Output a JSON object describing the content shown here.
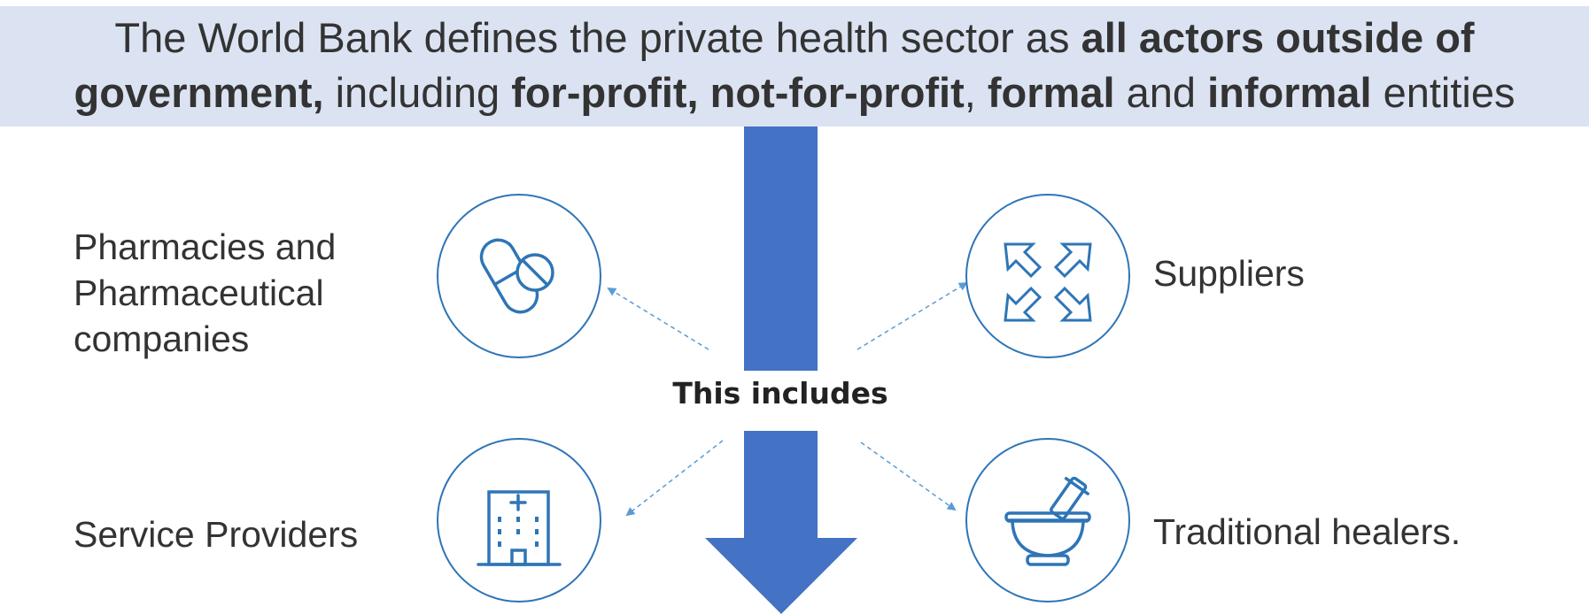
{
  "headline": {
    "line1": [
      {
        "text": "The World Bank defines the private health sector as ",
        "bold": false
      },
      {
        "text": "all actors outside of",
        "bold": true
      }
    ],
    "line2": [
      {
        "text": "government,",
        "bold": true
      },
      {
        "text": " including ",
        "bold": false
      },
      {
        "text": "for-profit, not-for-profit",
        "bold": true
      },
      {
        "text": ", ",
        "bold": false
      },
      {
        "text": "formal",
        "bold": true
      },
      {
        "text": " and ",
        "bold": false
      },
      {
        "text": "informal",
        "bold": true
      },
      {
        "text": " entities",
        "bold": false
      }
    ]
  },
  "center_label": "This includes",
  "categories": {
    "pharmacies": {
      "lines": [
        "Pharmacies and",
        "Pharmaceutical",
        "companies"
      ],
      "icon": "pills-icon"
    },
    "suppliers": {
      "lines": [
        "Suppliers"
      ],
      "icon": "expand-arrows-icon"
    },
    "service_providers": {
      "lines": [
        "Service Providers"
      ],
      "icon": "hospital-building-icon"
    },
    "traditional_healers": {
      "lines": [
        "Traditional healers."
      ],
      "icon": "mortar-pestle-icon"
    }
  },
  "colors": {
    "banner_bg": "#dbe3f2",
    "arrow_blue": "#4472c4",
    "icon_blue": "#2e75b6",
    "text": "#333333"
  }
}
